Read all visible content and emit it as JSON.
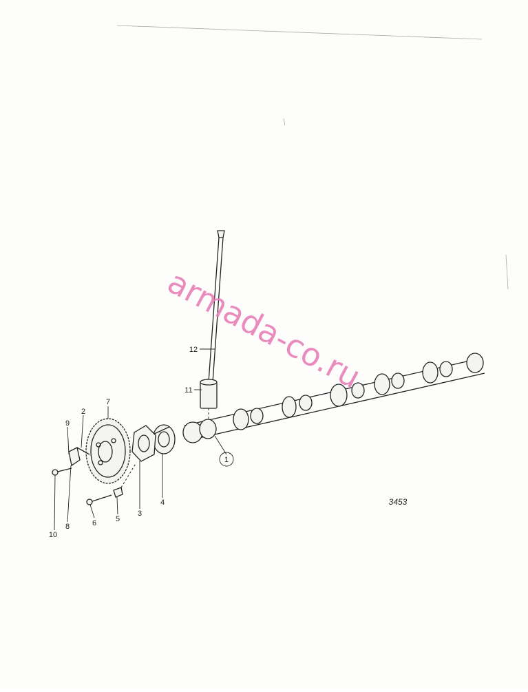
{
  "diagram": {
    "drawing_number": "3453",
    "watermark": "armada-co.ru",
    "callouts": [
      {
        "id": "1",
        "text": "1"
      },
      {
        "id": "2",
        "text": "2"
      },
      {
        "id": "3",
        "text": "3"
      },
      {
        "id": "4",
        "text": "4"
      },
      {
        "id": "5",
        "text": "5"
      },
      {
        "id": "6",
        "text": "6"
      },
      {
        "id": "7",
        "text": "7"
      },
      {
        "id": "8",
        "text": "8"
      },
      {
        "id": "9",
        "text": "9"
      },
      {
        "id": "10",
        "text": "10"
      },
      {
        "id": "11",
        "text": "11"
      },
      {
        "id": "12",
        "text": "12"
      }
    ],
    "colors": {
      "ink": "#222222",
      "watermark": "#e87fb8",
      "paper": "#fdfdfb"
    }
  }
}
